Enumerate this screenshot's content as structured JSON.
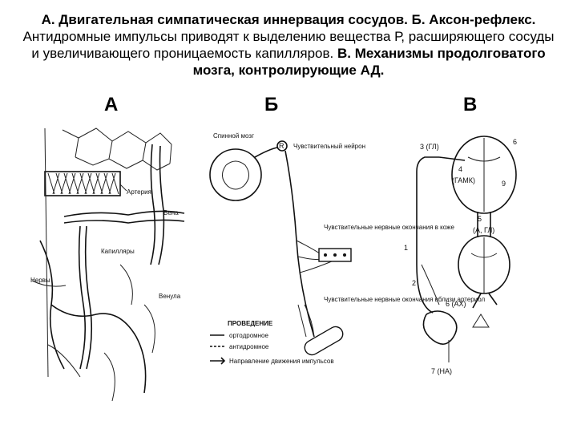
{
  "caption": {
    "a_bold": "А. Двигательная симпатическая иннервация сосудов.",
    "b_bold": "Б. Аксон-рефлекс.",
    "b_text": "Антидромные импульсы приводят к выделению вещества Р, расширяющего сосуды и увеличивающего проницаемость капилляров.",
    "v_bold": "В. Механизмы продолговатого мозга, контролирующие АД."
  },
  "panels": {
    "a": "А",
    "b": "Б",
    "v": "В"
  },
  "panel_a": {
    "artery": "Артерия",
    "vein": "Вена",
    "capillaries": "Капилляры",
    "nerves": "Нервы",
    "venule": "Венула"
  },
  "panel_b": {
    "spinal_cord": "Спинной мозг",
    "node": "R",
    "sensory_neuron": "Чувствительный нейрон",
    "skin_endings": "Чувствительные нервные окончания в коже",
    "arteriole_endings": "Чувствительные нервные окончания вблизи артериол",
    "legend_title": "ПРОВЕДЕНИЕ",
    "legend_ortho": "ортодромное",
    "legend_anti": "антидромное",
    "legend_dir": "Направление движения импульсов"
  },
  "panel_v": {
    "n3": "3 (ГЛ)",
    "n6": "6",
    "n4": "4",
    "gamk": "(ГАМК)",
    "n9": "9",
    "n5": "5",
    "ag": "(А, ГЛ)",
    "n1": "1",
    "n2": "2",
    "n6ah": "6 (АХ)",
    "n7": "7 (НА)"
  }
}
